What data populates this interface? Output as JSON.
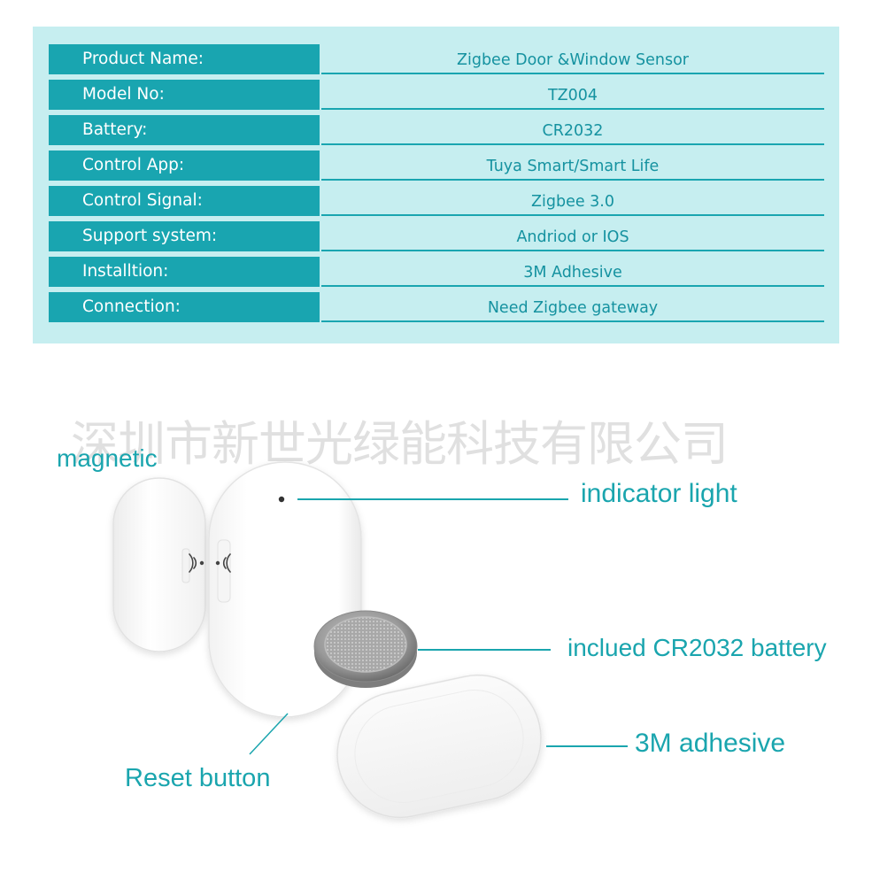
{
  "specs": [
    {
      "label": "Product Name:",
      "value": "Zigbee Door &Window Sensor"
    },
    {
      "label": "Model No:",
      "value": "TZ004"
    },
    {
      "label": "Battery:",
      "value": "CR2032"
    },
    {
      "label": "Control App:",
      "value": "Tuya Smart/Smart Life"
    },
    {
      "label": "Control Signal:",
      "value": "Zigbee 3.0"
    },
    {
      "label": "Support system:",
      "value": "Andriod or IOS"
    },
    {
      "label": "Installtion:",
      "value": "3M Adhesive"
    },
    {
      "label": "Connection:",
      "value": "Need Zigbee gateway"
    }
  ],
  "watermark": "深圳市新世光绿能科技有限公司",
  "callouts": {
    "magnetic": "magnetic",
    "indicator_light": "indicator light",
    "battery": "inclued CR2032 battery",
    "adhesive": "3M adhesive",
    "reset_button": "Reset button"
  },
  "colors": {
    "panel_bg": "#c6eef0",
    "label_bg": "#19a5b0",
    "accent_text": "#1592a0",
    "callout": "#1aa5ae"
  },
  "icons": [
    "magnetic-signal-icon"
  ]
}
